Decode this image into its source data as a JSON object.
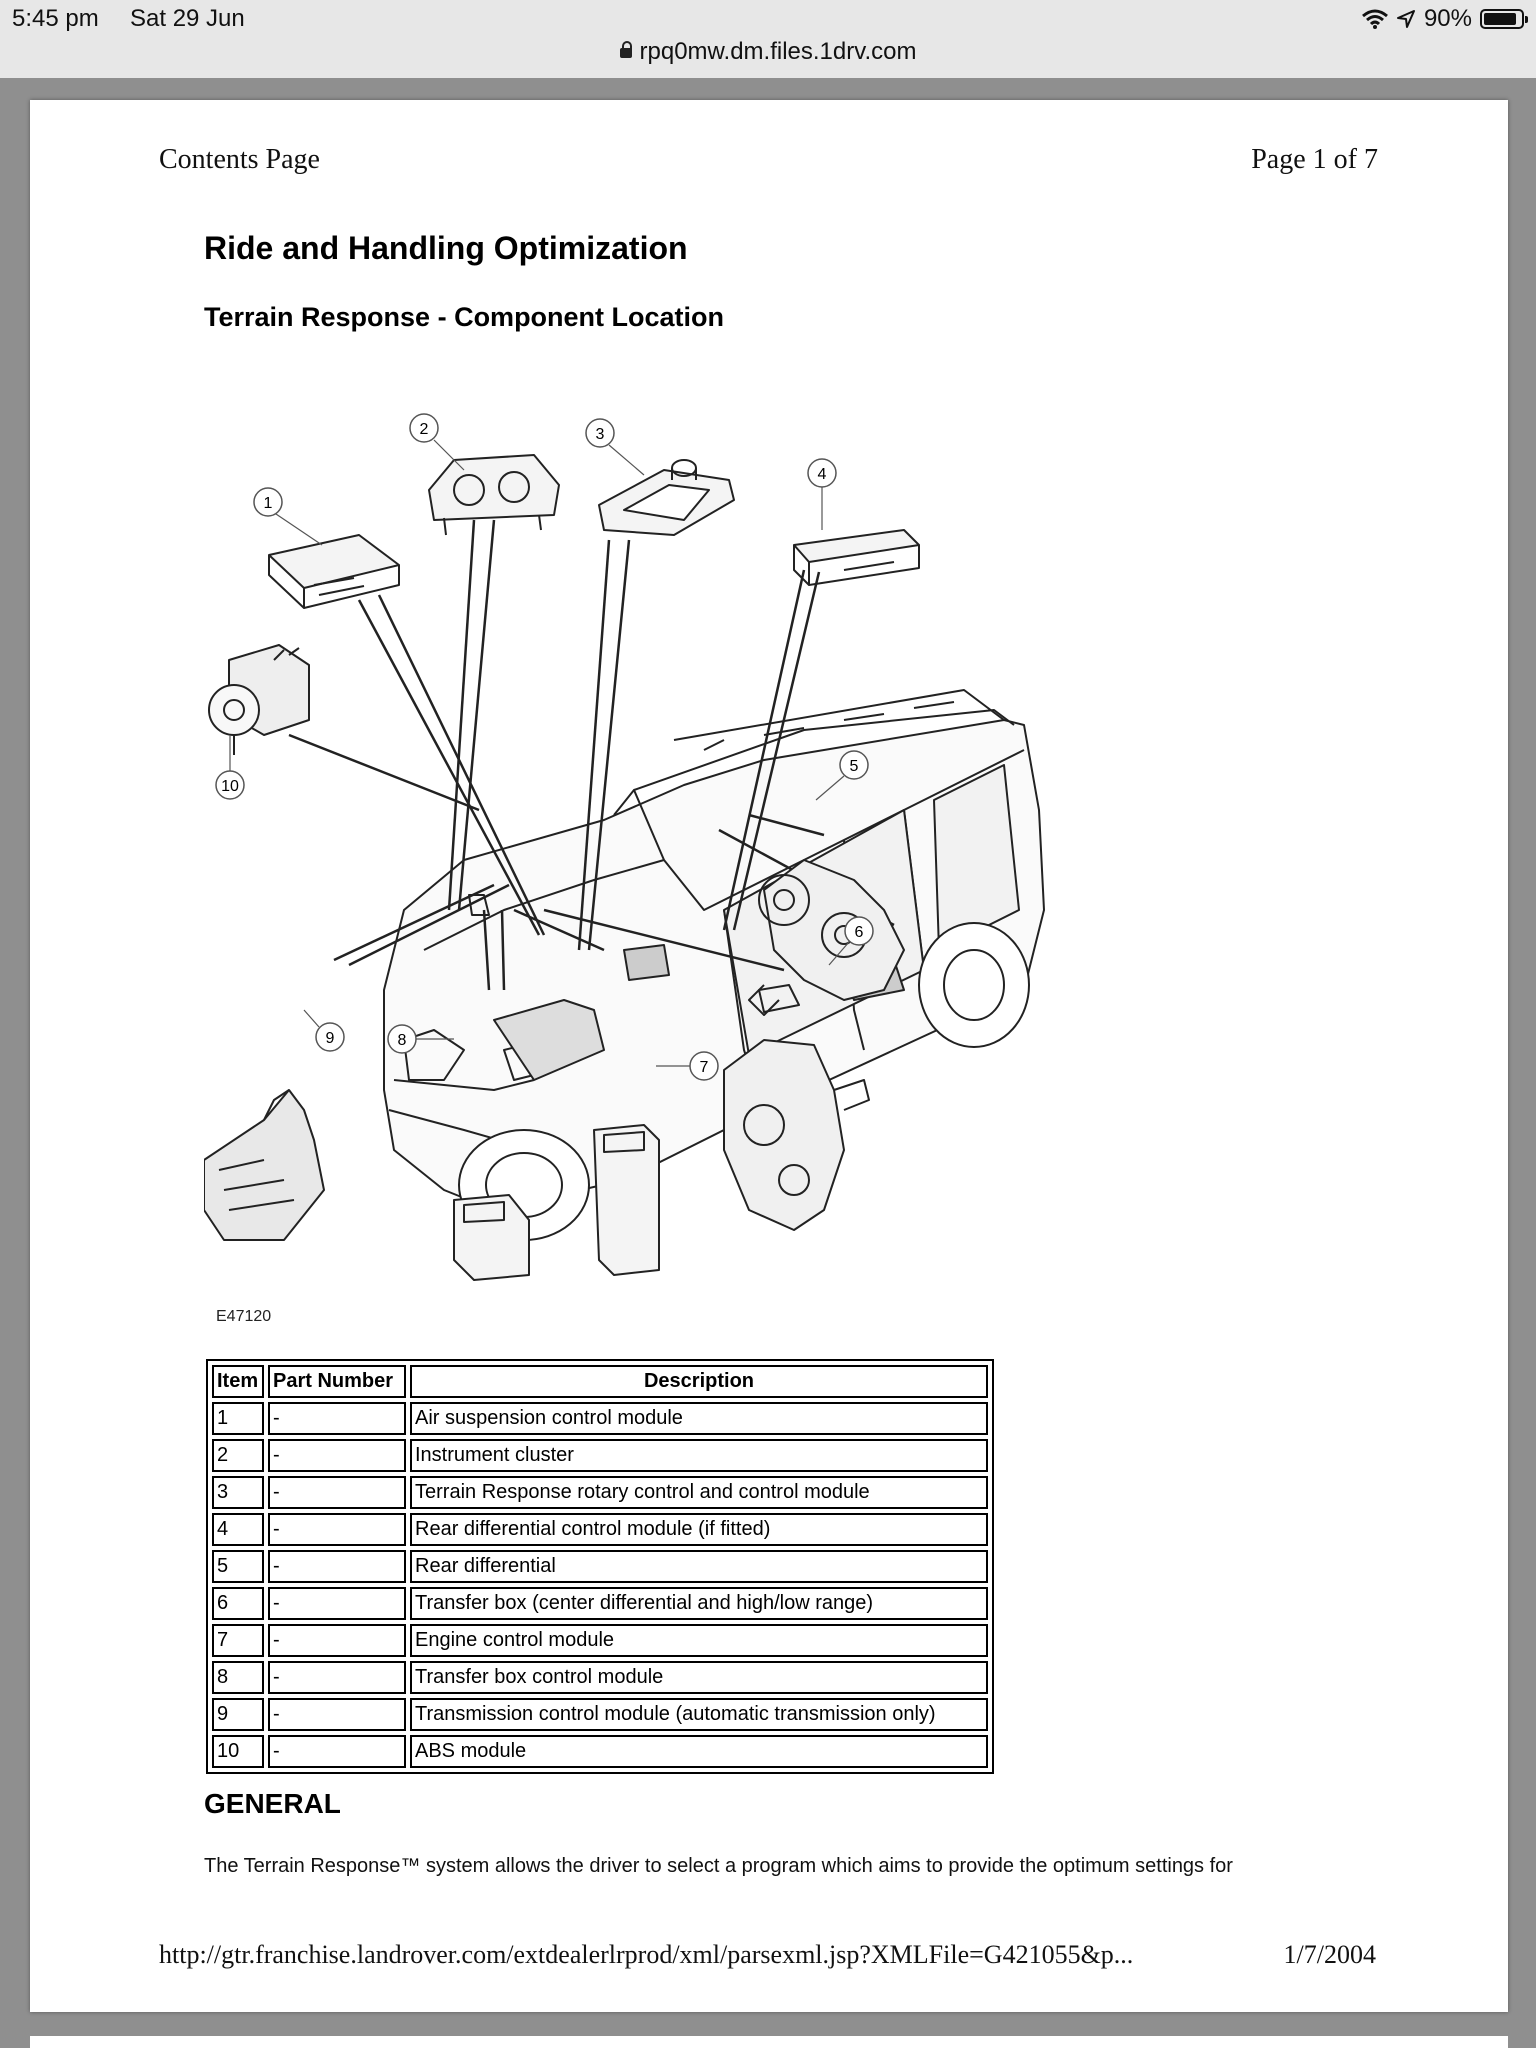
{
  "status": {
    "time": "5:45 pm",
    "date": "Sat 29 Jun",
    "battery": "90%",
    "battery_level": 0.9,
    "url": "rpq0mw.dm.files.1drv.com"
  },
  "document": {
    "header_left": "Contents Page",
    "header_right": "Page 1 of 7",
    "title": "Ride and Handling Optimization",
    "subtitle": "Terrain Response - Component Location",
    "figure_id": "E47120",
    "callouts": [
      "1",
      "2",
      "3",
      "4",
      "5",
      "6",
      "7",
      "8",
      "9",
      "10"
    ],
    "table": {
      "headers": [
        "Item",
        "Part Number",
        "Description"
      ],
      "rows": [
        [
          "1",
          "-",
          "Air suspension control module"
        ],
        [
          "2",
          "-",
          "Instrument cluster"
        ],
        [
          "3",
          "-",
          "Terrain Response rotary control and control module"
        ],
        [
          "4",
          "-",
          "Rear differential control module (if fitted)"
        ],
        [
          "5",
          "-",
          "Rear differential"
        ],
        [
          "6",
          "-",
          "Transfer box (center differential and high/low range)"
        ],
        [
          "7",
          "-",
          "Engine control module"
        ],
        [
          "8",
          "-",
          "Transfer box control module"
        ],
        [
          "9",
          "-",
          "Transmission control module (automatic transmission only)"
        ],
        [
          "10",
          "-",
          "ABS module"
        ]
      ]
    },
    "section_heading": "GENERAL",
    "paragraph": "The Terrain Response™ system allows the driver to select a program which aims to provide the optimum settings for",
    "footer_url": "http://gtr.franchise.landrover.com/extdealerlrprod/xml/parsexml.jsp?XMLFile=G421055&p...",
    "footer_date": "1/7/2004"
  }
}
